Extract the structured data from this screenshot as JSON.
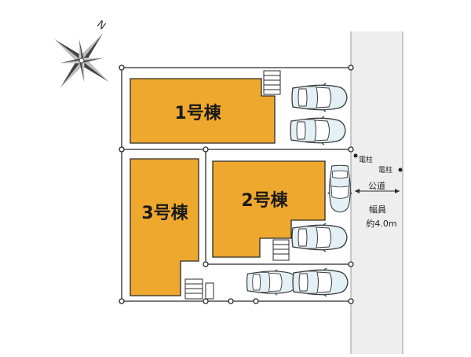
{
  "compass": {
    "north_label": "N",
    "icon": "compass-rose-icon"
  },
  "buildings": [
    {
      "id": "b1",
      "label": "1号棟"
    },
    {
      "id": "b2",
      "label": "2号棟"
    },
    {
      "id": "b3",
      "label": "3号棟"
    }
  ],
  "road": {
    "name": "公道",
    "width_label": "幅員",
    "width_value": "約4.0m",
    "poles": [
      "電柱",
      "電柱"
    ]
  },
  "colors": {
    "building_fill": "#EFA82E",
    "building_stroke": "#2b2b2b",
    "road_fill": "#EEEEEE",
    "lot_line": "#2b2b2b",
    "car_fill": "#E3F1F7",
    "car_stroke": "#3b3b3b"
  },
  "cars": [
    {
      "id": "car-1a",
      "icon": "car-icon"
    },
    {
      "id": "car-1b",
      "icon": "car-icon"
    },
    {
      "id": "car-2-side",
      "icon": "car-icon"
    },
    {
      "id": "car-2a",
      "icon": "car-icon"
    },
    {
      "id": "car-3a",
      "icon": "car-icon"
    },
    {
      "id": "car-3b",
      "icon": "car-icon"
    }
  ]
}
